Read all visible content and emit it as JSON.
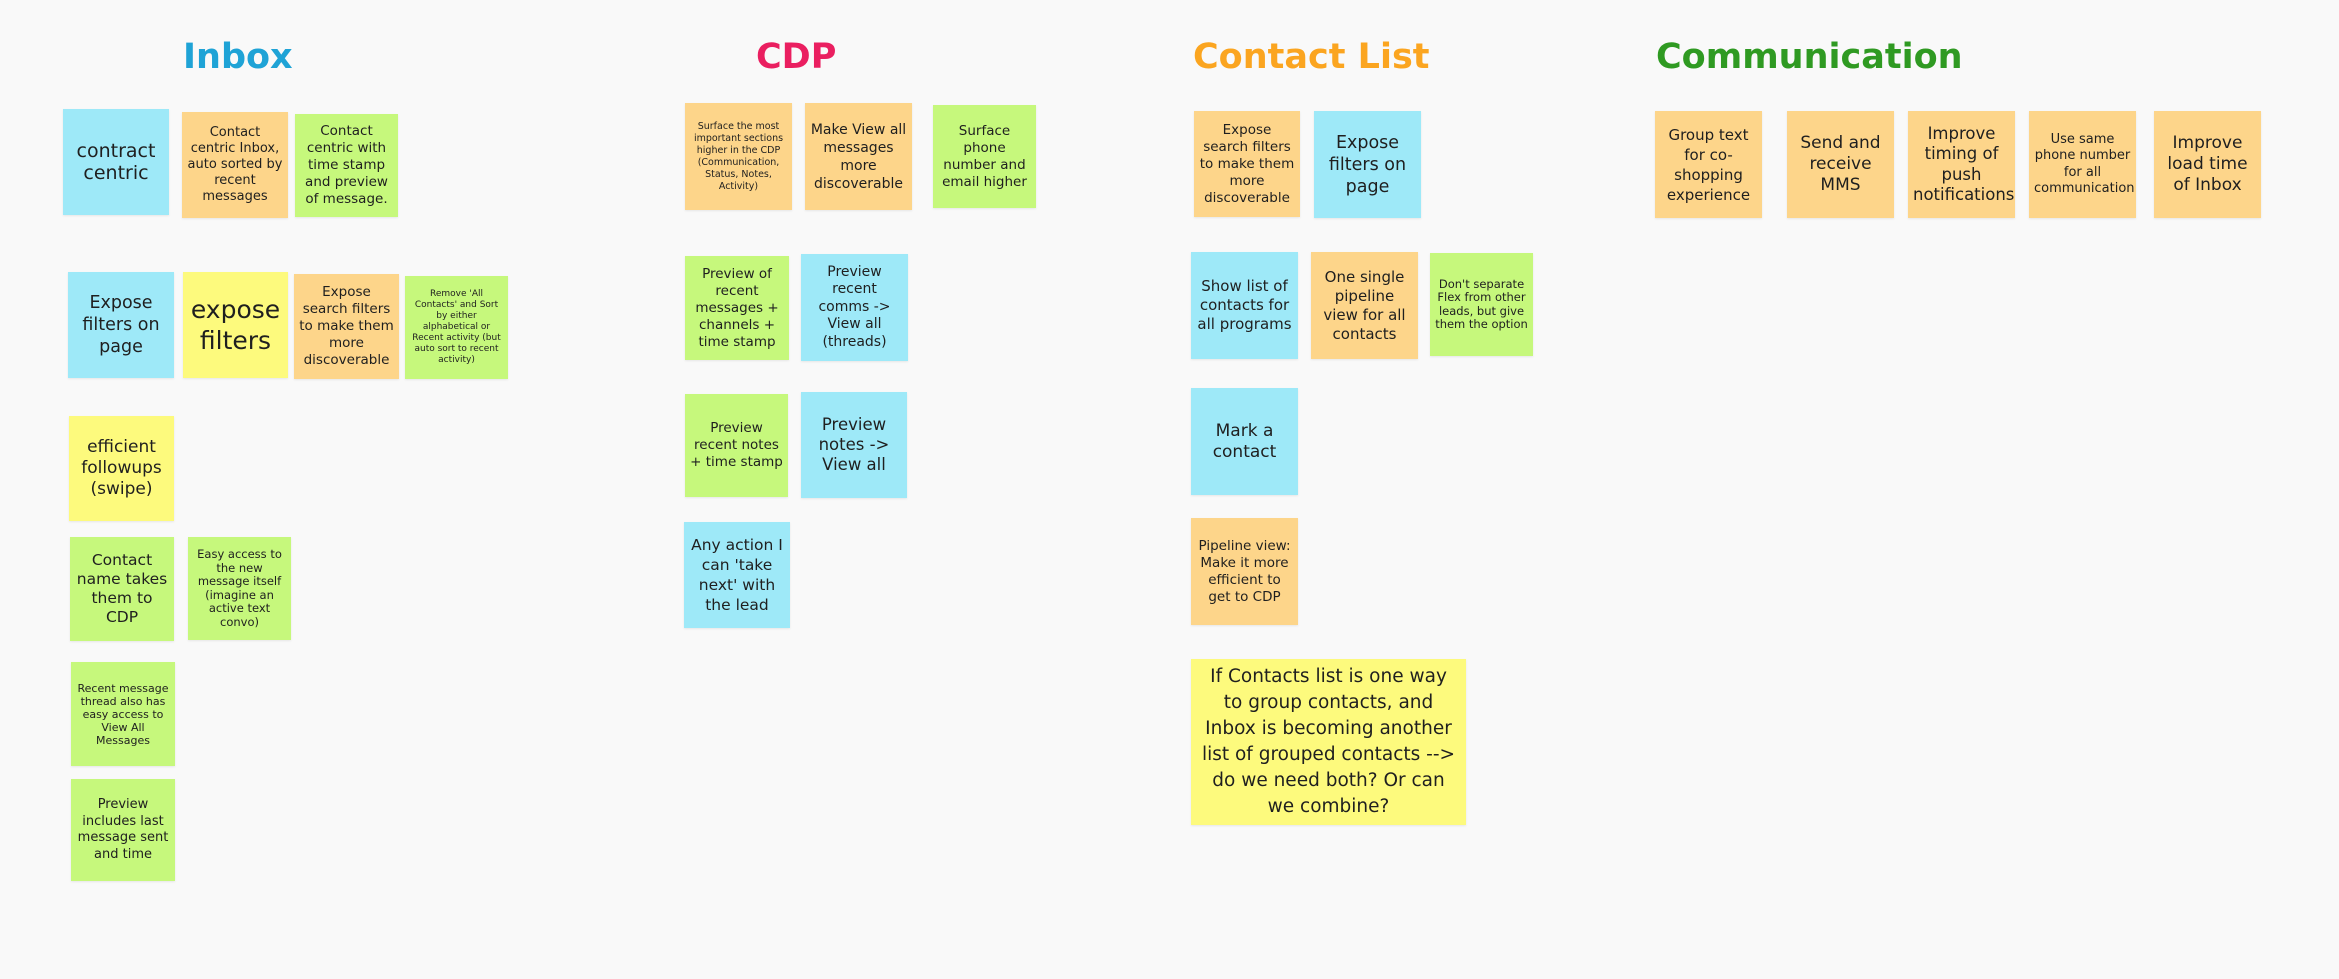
{
  "colors": {
    "background": "#f9f9f9",
    "blue_note": "#9ee9f8",
    "orange_note": "#fdd58a",
    "green_note": "#c6f87c",
    "yellow_note": "#fdfa7d",
    "inbox_heading": "#1fa3d6",
    "cdp_heading": "#ea1f60",
    "contact_list_heading": "#fba520",
    "communication_heading": "#2f9a22"
  },
  "sections": {
    "inbox": {
      "title": "Inbox",
      "notes": [
        "contract centric",
        "Contact centric Inbox, auto sorted by recent messages",
        "Contact centric with time stamp and preview of message.",
        "Expose filters on page",
        "expose filters",
        "Expose search filters to make them more discoverable",
        "Remove 'All Contacts' and Sort by either alphabetical or Recent activity (but auto sort to recent activity)",
        "efficient followups (swipe)",
        "Contact name takes them to CDP",
        "Easy access to the new message itself (imagine an active text convo)",
        "Recent message thread also has easy access to View All Messages",
        "Preview includes last message sent and time"
      ]
    },
    "cdp": {
      "title": "CDP",
      "notes": [
        "Surface the most important sections higher in the CDP (Communication, Status, Notes, Activity)",
        "Make View all messages more discoverable",
        "Surface phone number and email higher",
        "Preview of recent messages + channels + time stamp",
        "Preview recent comms -> View all (threads)",
        "Preview recent notes + time stamp",
        "Preview notes -> View all",
        "Any action I can 'take next' with the lead"
      ]
    },
    "contact_list": {
      "title": "Contact List",
      "notes": [
        "Expose search filters to make them more discoverable",
        "Expose filters on page",
        "Show list of contacts for all programs",
        "One single pipeline view for all contacts",
        "Don't separate Flex from other leads, but give them the option",
        "Mark a contact",
        "Pipeline view: Make it more efficient to get to CDP",
        "If Contacts list is one way to group contacts, and Inbox is becoming another list of grouped contacts --> do we need both? Or can we combine?"
      ]
    },
    "communication": {
      "title": "Communication",
      "notes": [
        "Group text for co-shopping experience",
        "Send and receive MMS",
        "Improve timing of push notifications",
        "Use same phone number for all communication",
        "Improve load time of Inbox"
      ]
    }
  }
}
